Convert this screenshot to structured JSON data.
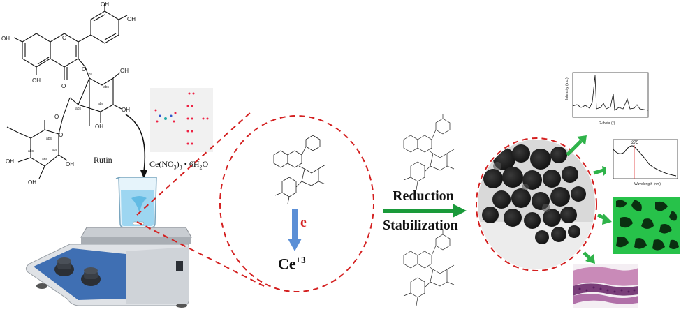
{
  "rutin_label": "Rutin",
  "cerium_salt_label": "Ce(NO3)3 • 6H2O",
  "cerium_salt": {
    "base": "Ce(NO",
    "sub1": "3",
    "mid": ")",
    "sub2": "3",
    "rest": " • 6H",
    "sub3": "2",
    "end": "O"
  },
  "electron_label": "e",
  "cerium_ion": {
    "symbol": "Ce",
    "charge": "+3"
  },
  "process": {
    "reduction": "Reduction",
    "stabilization": "Stabilization"
  },
  "atom_labels": {
    "hydroxyl": "OH",
    "oxygen": "O",
    "hydrogen": "H",
    "abs": "abs"
  },
  "uv_peak_label": "275",
  "colors": {
    "dashed_circle": "#d42020",
    "process_arrow": "#1a9a3a",
    "green_arrow": "#2fb34a",
    "electron_arrow": "#5b8fd6",
    "electron_text": "#d42020",
    "hotplate_panel": "#3f6fb3",
    "uv_peak_line": "#e03030",
    "fluorescence": "#27c24a"
  },
  "icons": [
    "beaker-icon",
    "hotplate-icon",
    "molecule-icon",
    "tem-image-icon",
    "xrd-plot-icon",
    "uv-vis-plot-icon",
    "fluorescence-image-icon",
    "histology-image-icon"
  ]
}
